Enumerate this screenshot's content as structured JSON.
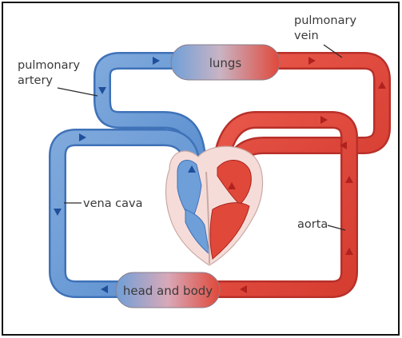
{
  "labels": {
    "lungs": "lungs",
    "head_and_body": "head and body",
    "pulmonary_artery": [
      "pulmonary",
      "artery"
    ],
    "pulmonary_vein": [
      "pulmonary",
      "vein"
    ],
    "vena_cava": "vena cava",
    "aorta": "aorta"
  },
  "colors": {
    "deoxygenated": "#6f9fd8",
    "oxygenated": "#e0483a",
    "heart_outline": "#f3d3cf",
    "arrow_blue": "#1f4f9a",
    "arrow_red": "#b0211e"
  }
}
